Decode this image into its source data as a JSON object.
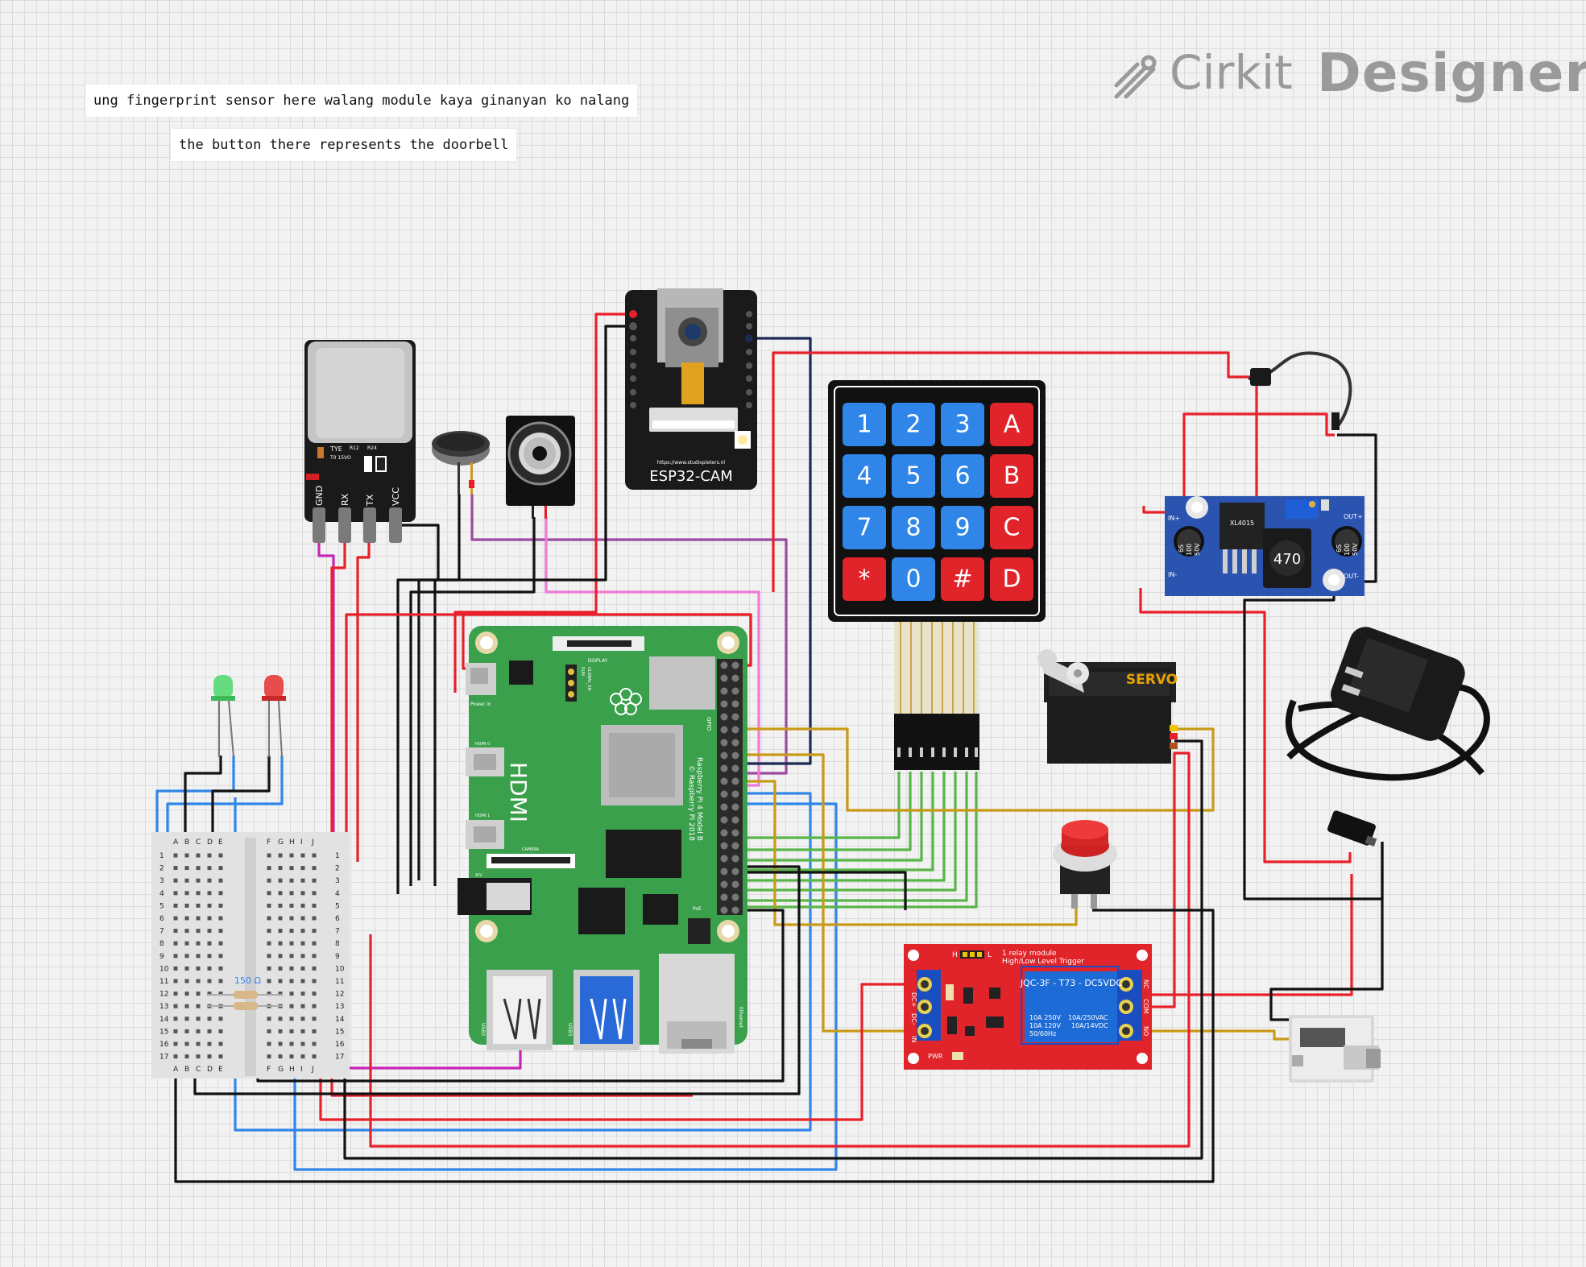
{
  "notes": {
    "fingerprint": "ung fingerprint sensor here walang module kaya ginanyan ko nalang",
    "doorbell": "the button there represents the doorbell"
  },
  "logo": {
    "brand": "Cirkit",
    "product": "Designer"
  },
  "fingerprint_sensor": {
    "chip_text": "TYE",
    "chip_text2": "T0 15VO",
    "r1": "R12",
    "r2": "R24",
    "pins": [
      "GND",
      "RX",
      "TX",
      "VCC"
    ]
  },
  "esp32cam": {
    "label": "ESP32-CAM",
    "url": "https://www.studiopieters.nl"
  },
  "keypad": {
    "keys": [
      "1",
      "2",
      "3",
      "A",
      "4",
      "5",
      "6",
      "B",
      "7",
      "8",
      "9",
      "C",
      "*",
      "0",
      "#",
      "D"
    ]
  },
  "servo": {
    "label": "SERVO"
  },
  "raspberry_pi": {
    "model": "Raspberry Pi 4 Model B",
    "copyright": "© Raspberry Pi 2018",
    "hdmi": "HDMI",
    "display": "DISPLAY",
    "camera": "CAMERA",
    "power": "Power in",
    "hdmi0": "HDMI 0",
    "hdmi1": "HDMI 1",
    "usb2": "USB2",
    "usb3": "USB3",
    "ethernet": "Ethernet",
    "gpio": "GPIO",
    "run": "RUN",
    "global_en": "GLOBAL_EN",
    "poe": "PoE",
    "av": "A/V"
  },
  "buck_converter": {
    "in_plus": "IN+",
    "in_minus": "IN-",
    "out_plus": "OUT+",
    "out_minus": "OUT-",
    "cap_text": [
      "6S",
      "100",
      "50V"
    ],
    "inductor": "470",
    "chip": "XL4015"
  },
  "relay": {
    "title": "1 relay module",
    "subtitle": "High/Low Level Trigger",
    "model": "JQC-3F - T73 - DC5VDC",
    "rating_left": [
      "10A 250V",
      "10A 120V",
      "50/60Hz"
    ],
    "rating_right": [
      "10A/250VAC",
      "10A/14VDC"
    ],
    "pins_left": [
      "DC+",
      "DC-",
      "IN"
    ],
    "pins_right": [
      "NC",
      "COM",
      "NO"
    ],
    "h": "H",
    "l": "L",
    "pwr": "PWR"
  },
  "breadboard": {
    "cols_left": [
      "A",
      "B",
      "C",
      "D",
      "E"
    ],
    "cols_right": [
      "F",
      "G",
      "H",
      "I",
      "J"
    ],
    "rows": [
      "1",
      "2",
      "3",
      "4",
      "5",
      "6",
      "7",
      "8",
      "9",
      "10",
      "11",
      "12",
      "13",
      "14",
      "15",
      "16",
      "17"
    ],
    "resistor": "150 Ω"
  },
  "colors": {
    "red": "#e8202a",
    "black": "#111111",
    "blue": "#2f86e8",
    "green": "#58b548",
    "yellow": "#c99a18",
    "magenta": "#c726b4",
    "pink": "#f07ad6",
    "purple": "#9a4aa0",
    "navy": "#1b2a55",
    "pcb_green": "#3aa04c",
    "relay_red": "#e0242a"
  }
}
